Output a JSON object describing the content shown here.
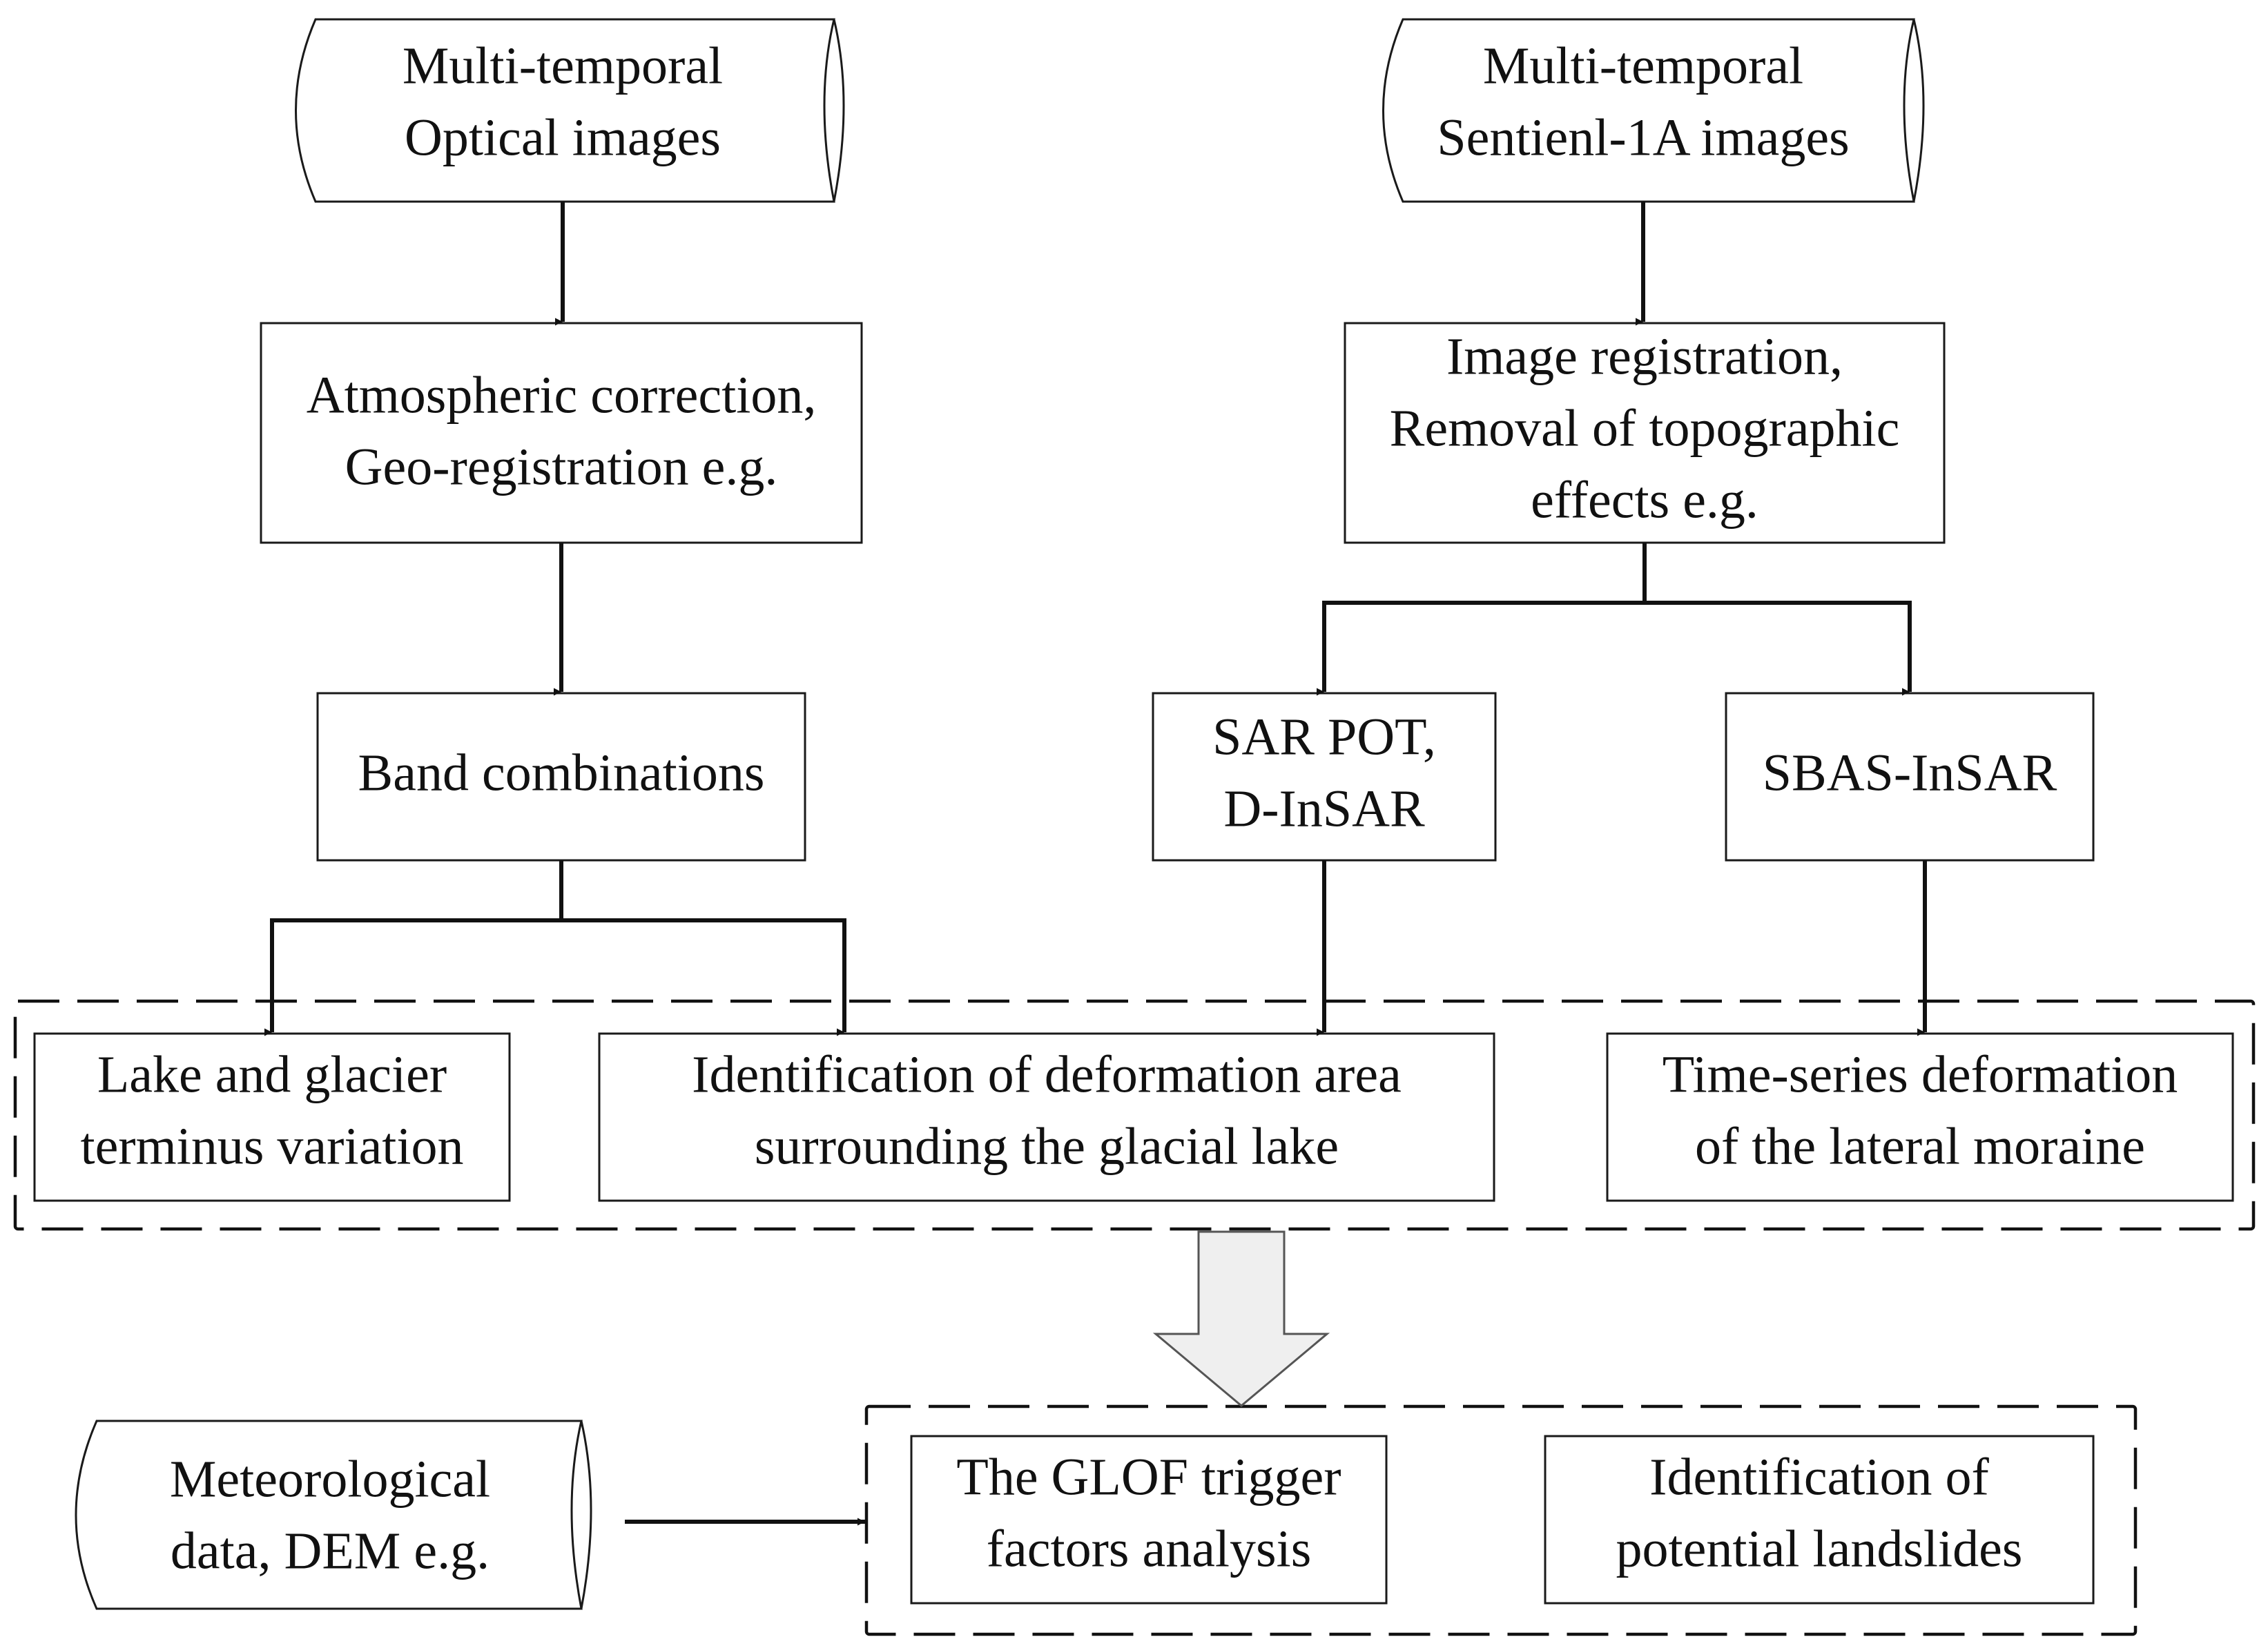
{
  "nodes": {
    "optical_source": [
      "Multi-temporal",
      "Optical images"
    ],
    "sentinel_source": [
      "Multi-temporal",
      "Sentienl-1A images"
    ],
    "atmospheric": [
      "Atmospheric correction,",
      "Geo-registration e.g."
    ],
    "image_registration": [
      "Image registration,",
      "Removal of topographic",
      "effects e.g."
    ],
    "band_combinations": [
      "Band combinations"
    ],
    "sar_pot": [
      "SAR POT,",
      "D-InSAR"
    ],
    "sbas": [
      "SBAS-InSAR"
    ],
    "lake_glacier": [
      "Lake and glacier",
      "terminus variation"
    ],
    "deformation_area": [
      "Identification of deformation area",
      "surrounding the glacial lake"
    ],
    "time_series": [
      "Time-series deformation",
      "of the lateral moraine"
    ],
    "meteorological": [
      "Meteorological",
      "data, DEM e.g."
    ],
    "glof_trigger": [
      "The GLOF trigger",
      "factors analysis"
    ],
    "potential_landslides": [
      "Identification of",
      "potential landslides"
    ]
  },
  "colors": {
    "stroke": "#111111",
    "background": "#ffffff",
    "big_arrow_fill": "#efefef"
  }
}
